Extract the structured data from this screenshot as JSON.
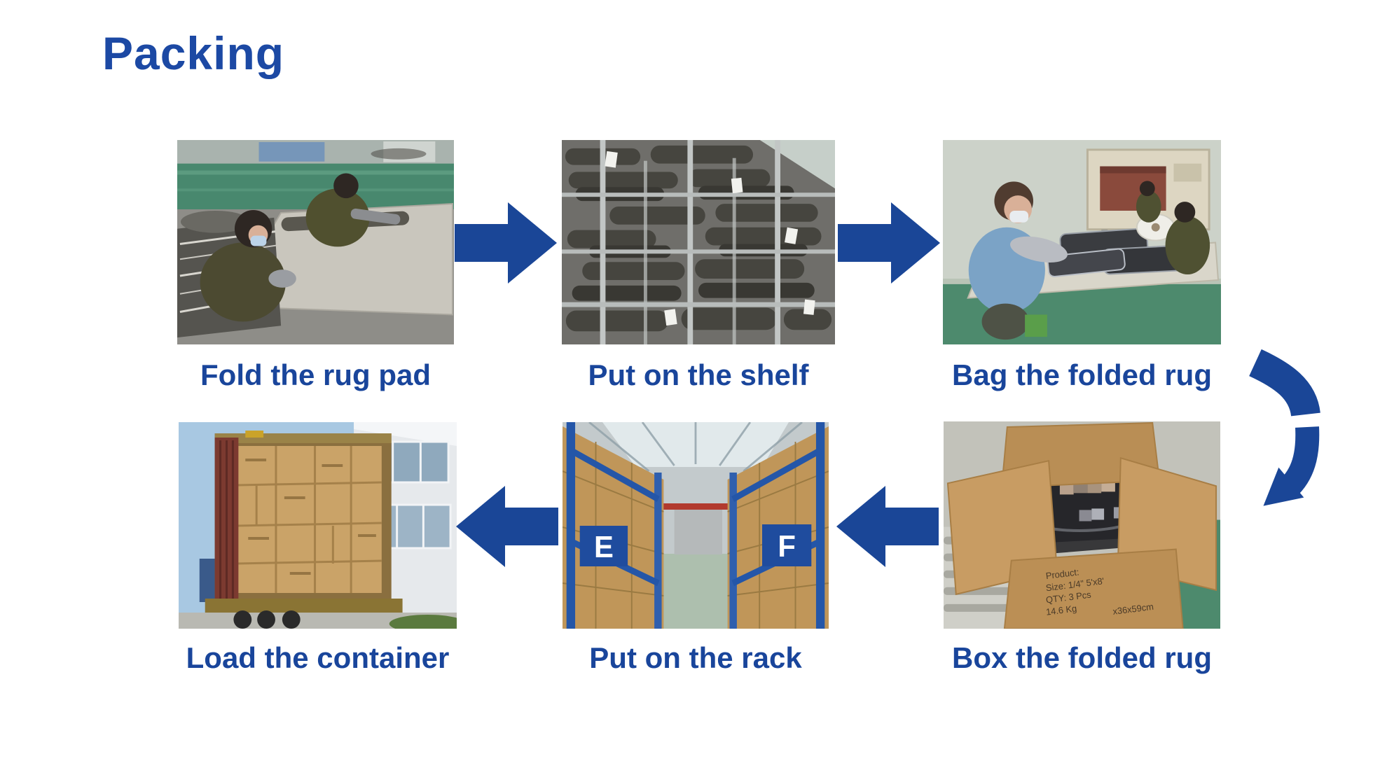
{
  "slide": {
    "title": "Packing"
  },
  "colors": {
    "accent_blue": "#19459B",
    "title_blue": "#1C49A4",
    "background": "#FFFFFF"
  },
  "steps": [
    {
      "caption": "Fold the rug pad",
      "photo": "Two workers in olive jackets folding a large gray rug pad on a factory floor"
    },
    {
      "caption": "Put on the shelf",
      "photo": "Metal stillage racks stacked high with folded dark gray rug pads and hanging tags"
    },
    {
      "caption": "Bag the folded rug",
      "photo": "Workers at a table bagging folded rugs in plastic beside a shrink-wrap machine"
    },
    {
      "caption": "Box the folded rug",
      "photo": "Open cardboard box with a black plastic-wrapped folded rug inside, labels blurred"
    },
    {
      "caption": "Put on the rack",
      "photo": "Warehouse aisle with blue pallet racks full of cardboard boxes, signs E and F"
    },
    {
      "caption": "Load the container",
      "photo": "Shipping container on a truck fully loaded with stacked cardboard boxes"
    }
  ],
  "photo_text": {
    "rack_sign_left": "E",
    "rack_sign_right": "F",
    "box_print_lines": [
      "Product:",
      "Size: 1/4\" 5'x8'",
      "QTY: 3 Pcs",
      "14.6 Kg",
      "x36x59cm"
    ]
  }
}
